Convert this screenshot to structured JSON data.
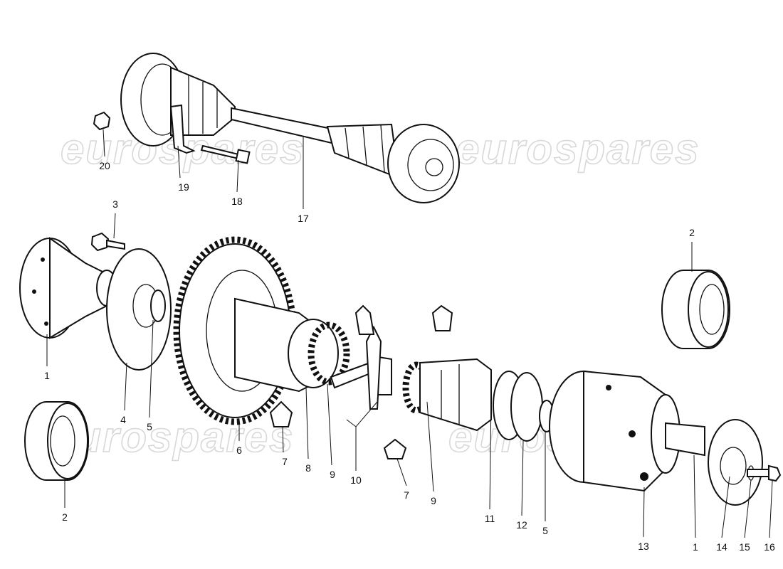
{
  "watermark": "eurospares",
  "callouts": {
    "c20": "20",
    "c19": "19",
    "c18": "18",
    "c17": "17",
    "c3": "3",
    "c2a": "2",
    "c1a": "1",
    "c4": "4",
    "c5a": "5",
    "c6": "6",
    "c7a": "7",
    "c8": "8",
    "c9a": "9",
    "c10": "10",
    "c7b": "7",
    "c9b": "9",
    "c11": "11",
    "c12": "12",
    "c5b": "5",
    "c2b": "2",
    "c13": "13",
    "c1b": "1",
    "c14": "14",
    "c15": "15",
    "c16": "16"
  }
}
